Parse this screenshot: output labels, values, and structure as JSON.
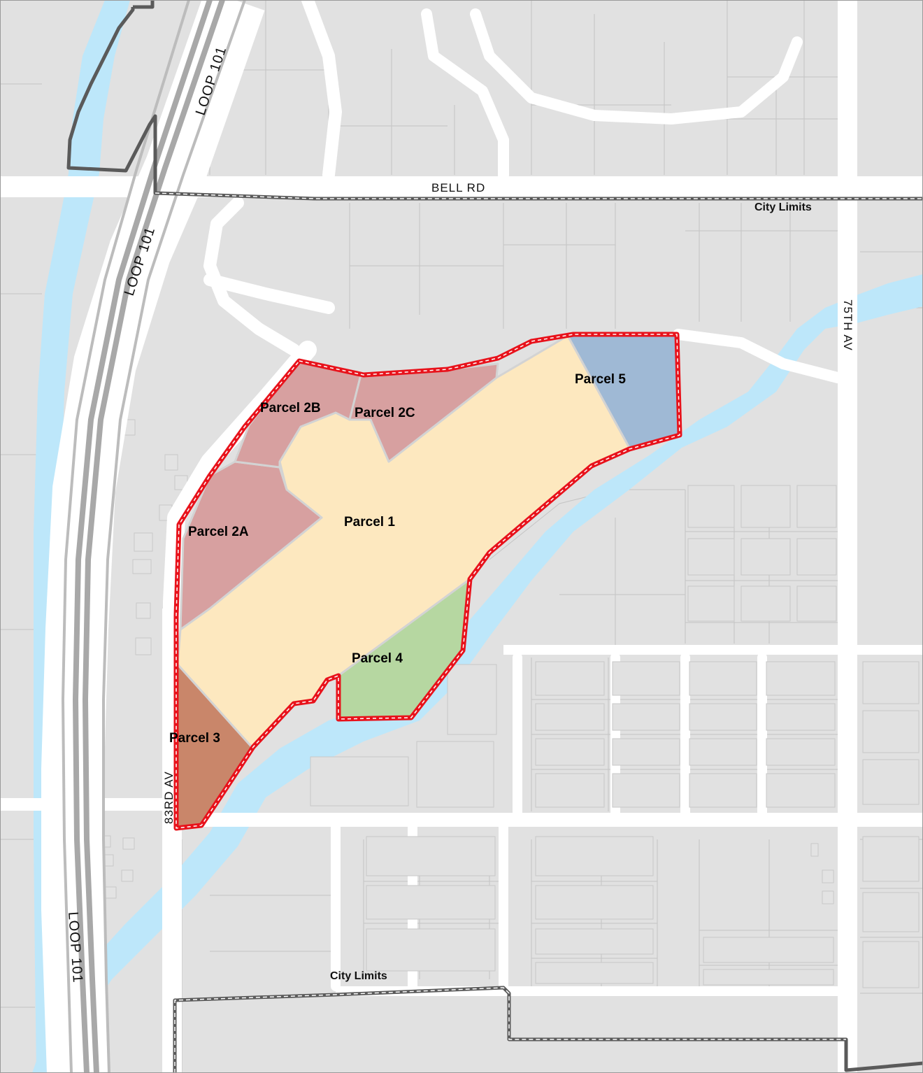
{
  "colors": {
    "background": "#e1e1e1",
    "street": "#ffffff",
    "water": "#bde7fa",
    "highway_gray": "#a9a9a9",
    "city_limits": "#5a5a5a",
    "site_boundary": "#e8121b",
    "parcel_1": "#fde8bf",
    "parcel_2": "#d7a0a0",
    "parcel_3": "#c9866a",
    "parcel_4": "#b6d7a1",
    "parcel_5": "#9fb9d5"
  },
  "parcels": {
    "p1": "Parcel 1",
    "p2a": "Parcel 2A",
    "p2b": "Parcel 2B",
    "p2c": "Parcel 2C",
    "p3": "Parcel 3",
    "p4": "Parcel 4",
    "p5": "Parcel 5"
  },
  "roads": {
    "bell": "BELL RD",
    "ave83": "83RD AV",
    "ave75": "75TH AV",
    "loop_a": "LOOP 101",
    "loop_b": "LOOP 101",
    "loop_c": "LOOP 101"
  },
  "boundaries": {
    "north": "City Limits",
    "south": "City Limits"
  }
}
